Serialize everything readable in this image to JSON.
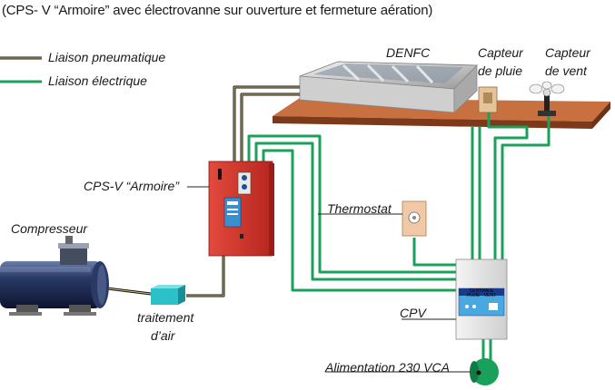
{
  "title": "(CPS- V “Armoire” avec électrovanne sur ouverture et fermeture aération)",
  "legend": [
    {
      "label": "Liaison pneumatique",
      "color": "#111111"
    },
    {
      "label": "Liaison électrique",
      "color": "#1aa05a"
    }
  ],
  "labels": {
    "denfc": "DENFC",
    "capteur_pluie_l1": "Capteur",
    "capteur_pluie_l2": "de pluie",
    "capteur_vent_l1": "Capteur",
    "capteur_vent_l2": "de vent",
    "cps_v": "CPS-V “Armoire”",
    "compresseur": "Compresseur",
    "thermostat": "Thermostat",
    "traitement_l1": "traitement",
    "traitement_l2": "d’air",
    "cpv": "CPV",
    "alimentation": "Alimentation 230 VCA",
    "cpv_panel_l1": "CENTRALE",
    "cpv_panel_l2": "PLUIE - VENT"
  },
  "colors": {
    "pneumatic": "#111111",
    "electric": "#1aa05a",
    "cabinet": "#d8342a",
    "roof": "#b25a2c",
    "treatment": "#2cc0c8",
    "compressor": "#1e2a4e"
  }
}
